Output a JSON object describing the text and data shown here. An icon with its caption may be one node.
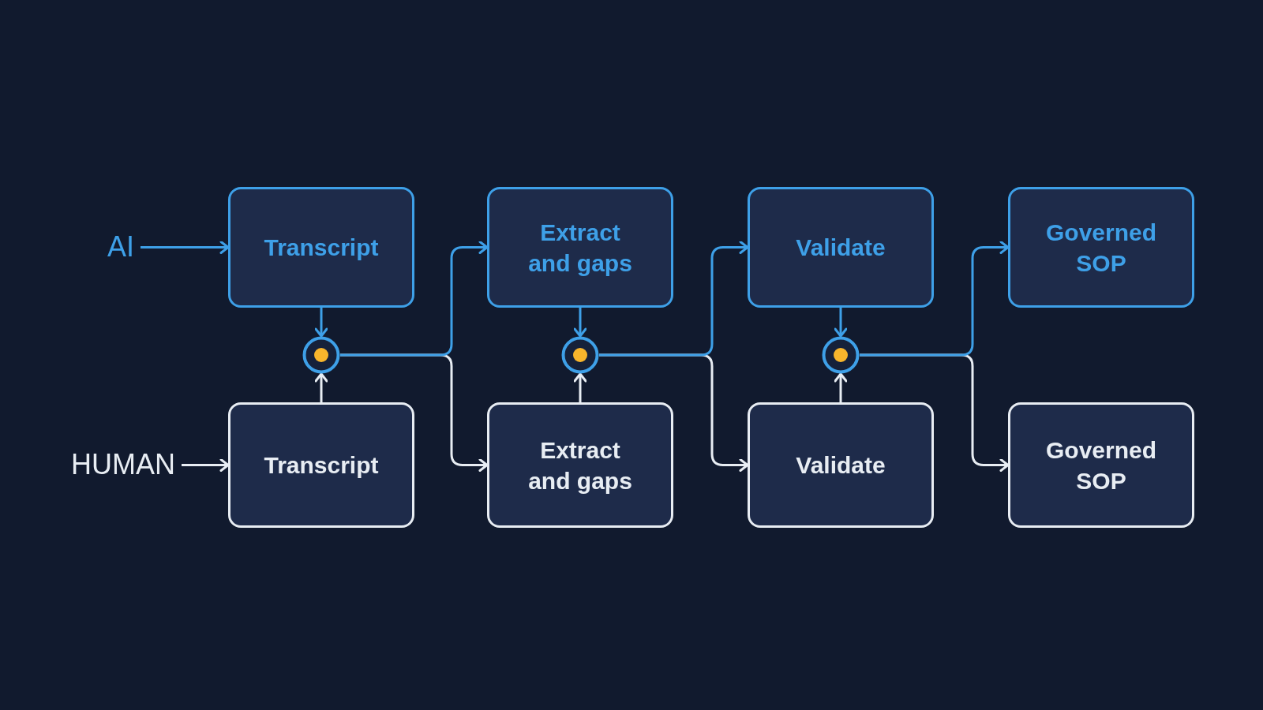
{
  "diagram": {
    "nodes": [
      {
        "text": [
          "AI"
        ]
      },
      {
        "text": [
          "Transcript"
        ]
      },
      {
        "text": [
          "Extract and gaps"
        ]
      },
      {
        "text": [
          "Validate"
        ]
      },
      {
        "text": [
          "Governed SOP"
        ]
      },
      {
        "text": [
          "HUMAN"
        ]
      },
      {
        "text": [
          "Transcript"
        ]
      },
      {
        "text": [
          "Extract and gaps"
        ]
      },
      {
        "text": [
          "Validate"
        ]
      },
      {
        "text": [
          "Governed SOP"
        ]
      },
      {
        "text": [],
        "shape": "circle"
      },
      {
        "text": [],
        "shape": "circle"
      },
      {
        "text": [],
        "shape": "circle"
      }
    ],
    "edges": [
      {
        "from": 0,
        "to": 1,
        "arrow": "to"
      },
      {
        "from": 5,
        "to": 6,
        "arrow": "to",
        "color": "#e8edf3"
      },
      {
        "from": 1,
        "to": 10,
        "arrow": "to"
      },
      {
        "from": 6,
        "to": 10,
        "arrow": "to",
        "color": "#e8edf3"
      },
      {
        "from": 10,
        "to": 2,
        "arrow": "to"
      },
      {
        "from": 10,
        "to": 7,
        "arrow": "to",
        "color": "#e8edf3"
      },
      {
        "from": 2,
        "to": 11,
        "arrow": "to"
      },
      {
        "from": 7,
        "to": 11,
        "arrow": "to",
        "color": "#e8edf3"
      },
      {
        "from": 11,
        "to": 3,
        "arrow": "to"
      },
      {
        "from": 11,
        "to": 8,
        "arrow": "to",
        "color": "#e8edf3"
      },
      {
        "from": 3,
        "to": 12,
        "arrow": "to"
      },
      {
        "from": 8,
        "to": 12,
        "arrow": "to",
        "color": "#e8edf3"
      },
      {
        "from": 12,
        "to": 4,
        "arrow": "to"
      },
      {
        "from": 12,
        "to": 9,
        "arrow": "to",
        "color": "#e8edf3"
      }
    ]
  }
}
